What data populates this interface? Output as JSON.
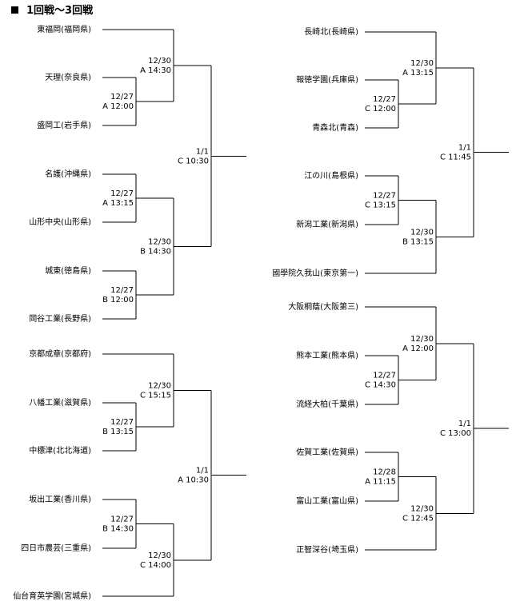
{
  "heading": {
    "marker_icon": "black-square",
    "text": "1回戦～3回戦"
  },
  "brackets": [
    {
      "id": "left-top",
      "teams": [
        "東福岡(福岡県)",
        "天理(奈良県)",
        "盛岡工(岩手県)",
        "名護(沖縄県)",
        "山形中央(山形県)",
        "城東(徳島県)",
        "岡谷工業(長野県)"
      ],
      "matches": [
        {
          "round": 1,
          "date": "12/27",
          "slot": "A 12:00",
          "teams": [
            1,
            2
          ]
        },
        {
          "round": 2,
          "date": "12/30",
          "slot": "A 14:30",
          "teams": [
            0,
            "m0"
          ]
        },
        {
          "round": 1,
          "date": "12/27",
          "slot": "A 13:15",
          "teams": [
            3,
            4
          ]
        },
        {
          "round": 1,
          "date": "12/27",
          "slot": "B 12:00",
          "teams": [
            5,
            6
          ]
        },
        {
          "round": 2,
          "date": "12/30",
          "slot": "B 14:30",
          "teams": [
            "m2",
            "m3"
          ]
        },
        {
          "round": 3,
          "date": "1/1",
          "slot": "C 10:30",
          "teams": [
            "m1",
            "m4"
          ]
        }
      ]
    },
    {
      "id": "left-bottom",
      "teams": [
        "京都成章(京都府)",
        "八幡工業(滋賀県)",
        "中標津(北北海道)",
        "坂出工業(香川県)",
        "四日市農芸(三重県)",
        "仙台育英学園(宮城県)"
      ],
      "matches": [
        {
          "round": 1,
          "date": "12/27",
          "slot": "B 13:15",
          "teams": [
            1,
            2
          ]
        },
        {
          "round": 2,
          "date": "12/30",
          "slot": "C 15:15",
          "teams": [
            0,
            "m0"
          ]
        },
        {
          "round": 1,
          "date": "12/27",
          "slot": "B 14:30",
          "teams": [
            3,
            4
          ]
        },
        {
          "round": 2,
          "date": "12/30",
          "slot": "C 14:00",
          "teams": [
            "m2",
            5
          ]
        },
        {
          "round": 3,
          "date": "1/1",
          "slot": "A 10:30",
          "teams": [
            "m1",
            "m3"
          ]
        }
      ]
    },
    {
      "id": "right-top",
      "teams": [
        "長崎北(長崎県)",
        "報徳学園(兵庫県)",
        "青森北(青森)",
        "江の川(島根県)",
        "新潟工業(新潟県)",
        "國學院久我山(東京第一)"
      ],
      "matches": [
        {
          "round": 1,
          "date": "12/27",
          "slot": "C 12:00",
          "teams": [
            1,
            2
          ]
        },
        {
          "round": 2,
          "date": "12/30",
          "slot": "A 13:15",
          "teams": [
            0,
            "m0"
          ]
        },
        {
          "round": 1,
          "date": "12/27",
          "slot": "C 13:15",
          "teams": [
            3,
            4
          ]
        },
        {
          "round": 2,
          "date": "12/30",
          "slot": "B 13:15",
          "teams": [
            "m2",
            5
          ]
        },
        {
          "round": 3,
          "date": "1/1",
          "slot": "C 11:45",
          "teams": [
            "m1",
            "m3"
          ]
        }
      ]
    },
    {
      "id": "right-bottom",
      "teams": [
        "大阪桐蔭(大阪第三)",
        "熊本工業(熊本県)",
        "流経大柏(千葉県)",
        "佐賀工業(佐賀県)",
        "富山工業(富山県)",
        "正智深谷(埼玉県)"
      ],
      "matches": [
        {
          "round": 1,
          "date": "12/27",
          "slot": "C 14:30",
          "teams": [
            1,
            2
          ]
        },
        {
          "round": 2,
          "date": "12/30",
          "slot": "A 12:00",
          "teams": [
            0,
            "m0"
          ]
        },
        {
          "round": 1,
          "date": "12/28",
          "slot": "A 11:15",
          "teams": [
            3,
            4
          ]
        },
        {
          "round": 2,
          "date": "12/30",
          "slot": "C 12:45",
          "teams": [
            "m2",
            5
          ]
        },
        {
          "round": 3,
          "date": "1/1",
          "slot": "C 13:00",
          "teams": [
            "m1",
            "m3"
          ]
        }
      ]
    }
  ]
}
